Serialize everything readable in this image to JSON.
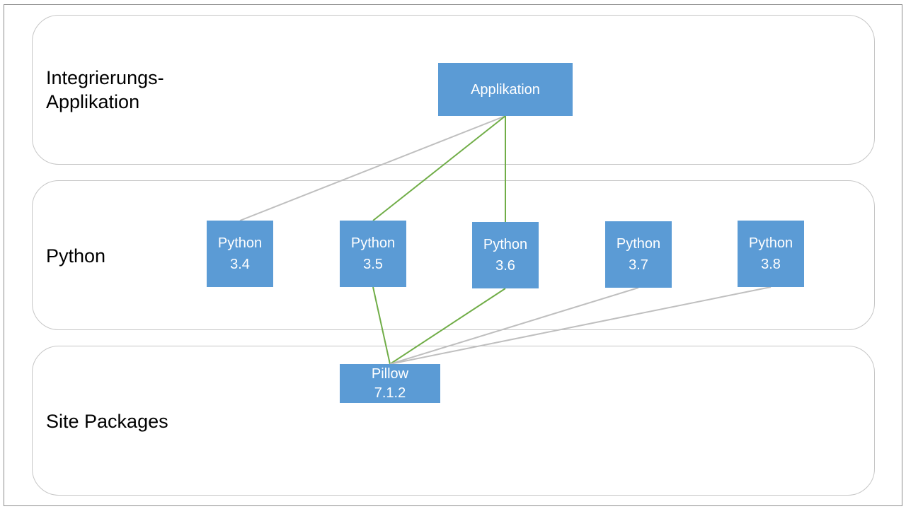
{
  "layers": {
    "integration": {
      "label": "Integrierungs-\nApplikation"
    },
    "python": {
      "label": "Python"
    },
    "site_packages": {
      "label": "Site Packages"
    }
  },
  "nodes": {
    "applikation": {
      "label": "Applikation"
    },
    "python_34": {
      "line1": "Python",
      "line2": "3.4"
    },
    "python_35": {
      "line1": "Python",
      "line2": "3.5"
    },
    "python_36": {
      "line1": "Python",
      "line2": "3.6"
    },
    "python_37": {
      "line1": "Python",
      "line2": "3.7"
    },
    "python_38": {
      "line1": "Python",
      "line2": "3.8"
    },
    "pillow": {
      "line1": "Pillow",
      "line2": "7.1.2"
    }
  },
  "colors": {
    "node_fill": "#5b9bd5",
    "node_text": "#ffffff",
    "active_connector": "#70ad47",
    "inactive_connector": "#bfbfbf",
    "layer_border": "#c6c6c6"
  },
  "connections": [
    {
      "from": "applikation",
      "to": "python_34",
      "status": "inactive"
    },
    {
      "from": "applikation",
      "to": "python_35",
      "status": "active"
    },
    {
      "from": "applikation",
      "to": "python_36",
      "status": "active"
    },
    {
      "from": "python_35",
      "to": "pillow",
      "status": "active"
    },
    {
      "from": "python_36",
      "to": "pillow",
      "status": "active"
    },
    {
      "from": "python_37",
      "to": "pillow",
      "status": "inactive"
    },
    {
      "from": "python_38",
      "to": "pillow",
      "status": "inactive"
    }
  ]
}
